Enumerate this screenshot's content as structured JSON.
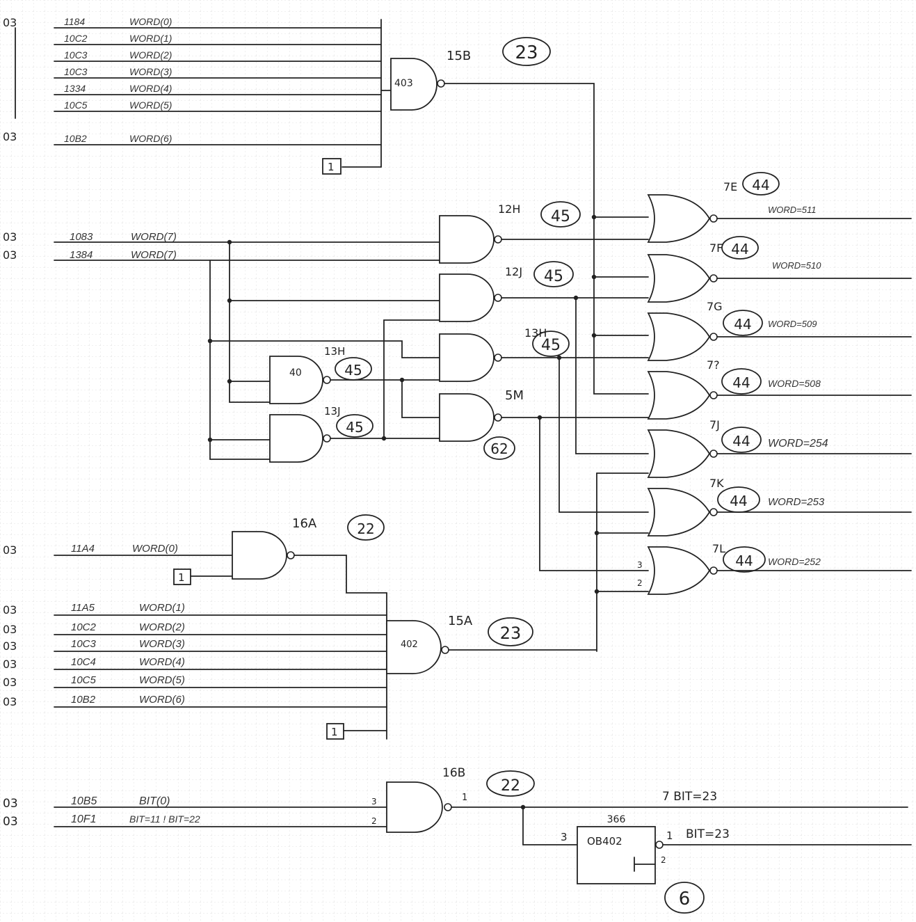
{
  "bus_a": {
    "page_tags": [
      "03",
      "03"
    ],
    "rows": [
      {
        "loc": "1184",
        "sig": "WORD(0)"
      },
      {
        "loc": "10C2",
        "sig": "WORD(1)"
      },
      {
        "loc": "10C3",
        "sig": "WORD(2)"
      },
      {
        "loc": "10C3",
        "sig": "WORD(3)"
      },
      {
        "loc": "1334",
        "sig": "WORD(4)"
      },
      {
        "loc": "10C5",
        "sig": "WORD(5)"
      },
      {
        "loc": "10B2",
        "sig": "WORD(6)"
      }
    ],
    "const": "1"
  },
  "gate_15b": {
    "ref": "15B",
    "type": "403",
    "num": "23"
  },
  "nor_gates": [
    {
      "ref": "7E",
      "num": "44",
      "out": "WORD=511"
    },
    {
      "ref": "7F",
      "num": "44",
      "out": "WORD=510"
    },
    {
      "ref": "7G",
      "num": "44",
      "out": "WORD=509"
    },
    {
      "ref": "7?",
      "num": "44",
      "out": "WORD=508"
    },
    {
      "ref": "7J",
      "num": "44",
      "out": "WORD=254"
    },
    {
      "ref": "7K",
      "num": "44",
      "out": "WORD=253"
    },
    {
      "ref": "7L",
      "num": "44",
      "out": "WORD=252"
    }
  ],
  "word7_inputs": [
    {
      "tag": "03",
      "loc": "1083",
      "sig": "WORD(7)"
    },
    {
      "tag": "03",
      "loc": "1384",
      "sig": "WORD(7)"
    }
  ],
  "nand_gates": [
    {
      "ref": "12H",
      "num": "45"
    },
    {
      "ref": "12J",
      "num": "45"
    },
    {
      "ref": "13H",
      "num": "45"
    },
    {
      "ref": "5M",
      "num": "62"
    }
  ],
  "inv_gates": [
    {
      "ref": "13H",
      "type": "40",
      "num": "45"
    },
    {
      "ref": "13J",
      "num": "45"
    }
  ],
  "gate_16a": {
    "ref": "16A",
    "num": "22"
  },
  "bus_b": {
    "rows": [
      {
        "tag": "03",
        "loc": "11A4",
        "sig": "WORD(0)"
      },
      {
        "tag": "03",
        "loc": "11A5",
        "sig": "WORD(1)"
      },
      {
        "tag": "03",
        "loc": "10C2",
        "sig": "WORD(2)"
      },
      {
        "tag": "03",
        "loc": "10C3",
        "sig": "WORD(3)"
      },
      {
        "tag": "03",
        "loc": "10C4",
        "sig": "WORD(4)"
      },
      {
        "tag": "03",
        "loc": "10C5",
        "sig": "WORD(5)"
      },
      {
        "tag": "03",
        "loc": "10B2",
        "sig": "WORD(6)"
      }
    ],
    "const_a": "1",
    "const_b": "1"
  },
  "gate_15a": {
    "ref": "15A",
    "type": "402",
    "num": "23"
  },
  "gate_16b": {
    "ref": "16B",
    "num": "22",
    "pins": {
      "in1": "3",
      "in2": "2",
      "out": "1"
    },
    "out_label": "7 BIT=23"
  },
  "bit_inputs": [
    {
      "tag": "03",
      "loc": "10B5",
      "sig": "BIT(0)"
    },
    {
      "tag": "03",
      "loc": "10F1",
      "sig": "BIT=11 ! BIT=22"
    }
  ],
  "chip_366": {
    "ref": "366",
    "part": "OB402",
    "pin_in": "3",
    "pin_out": "1",
    "pin_aux": "2",
    "out_label": "BIT=23",
    "num": "6"
  },
  "pin_labels_7l": [
    "3",
    "2"
  ]
}
